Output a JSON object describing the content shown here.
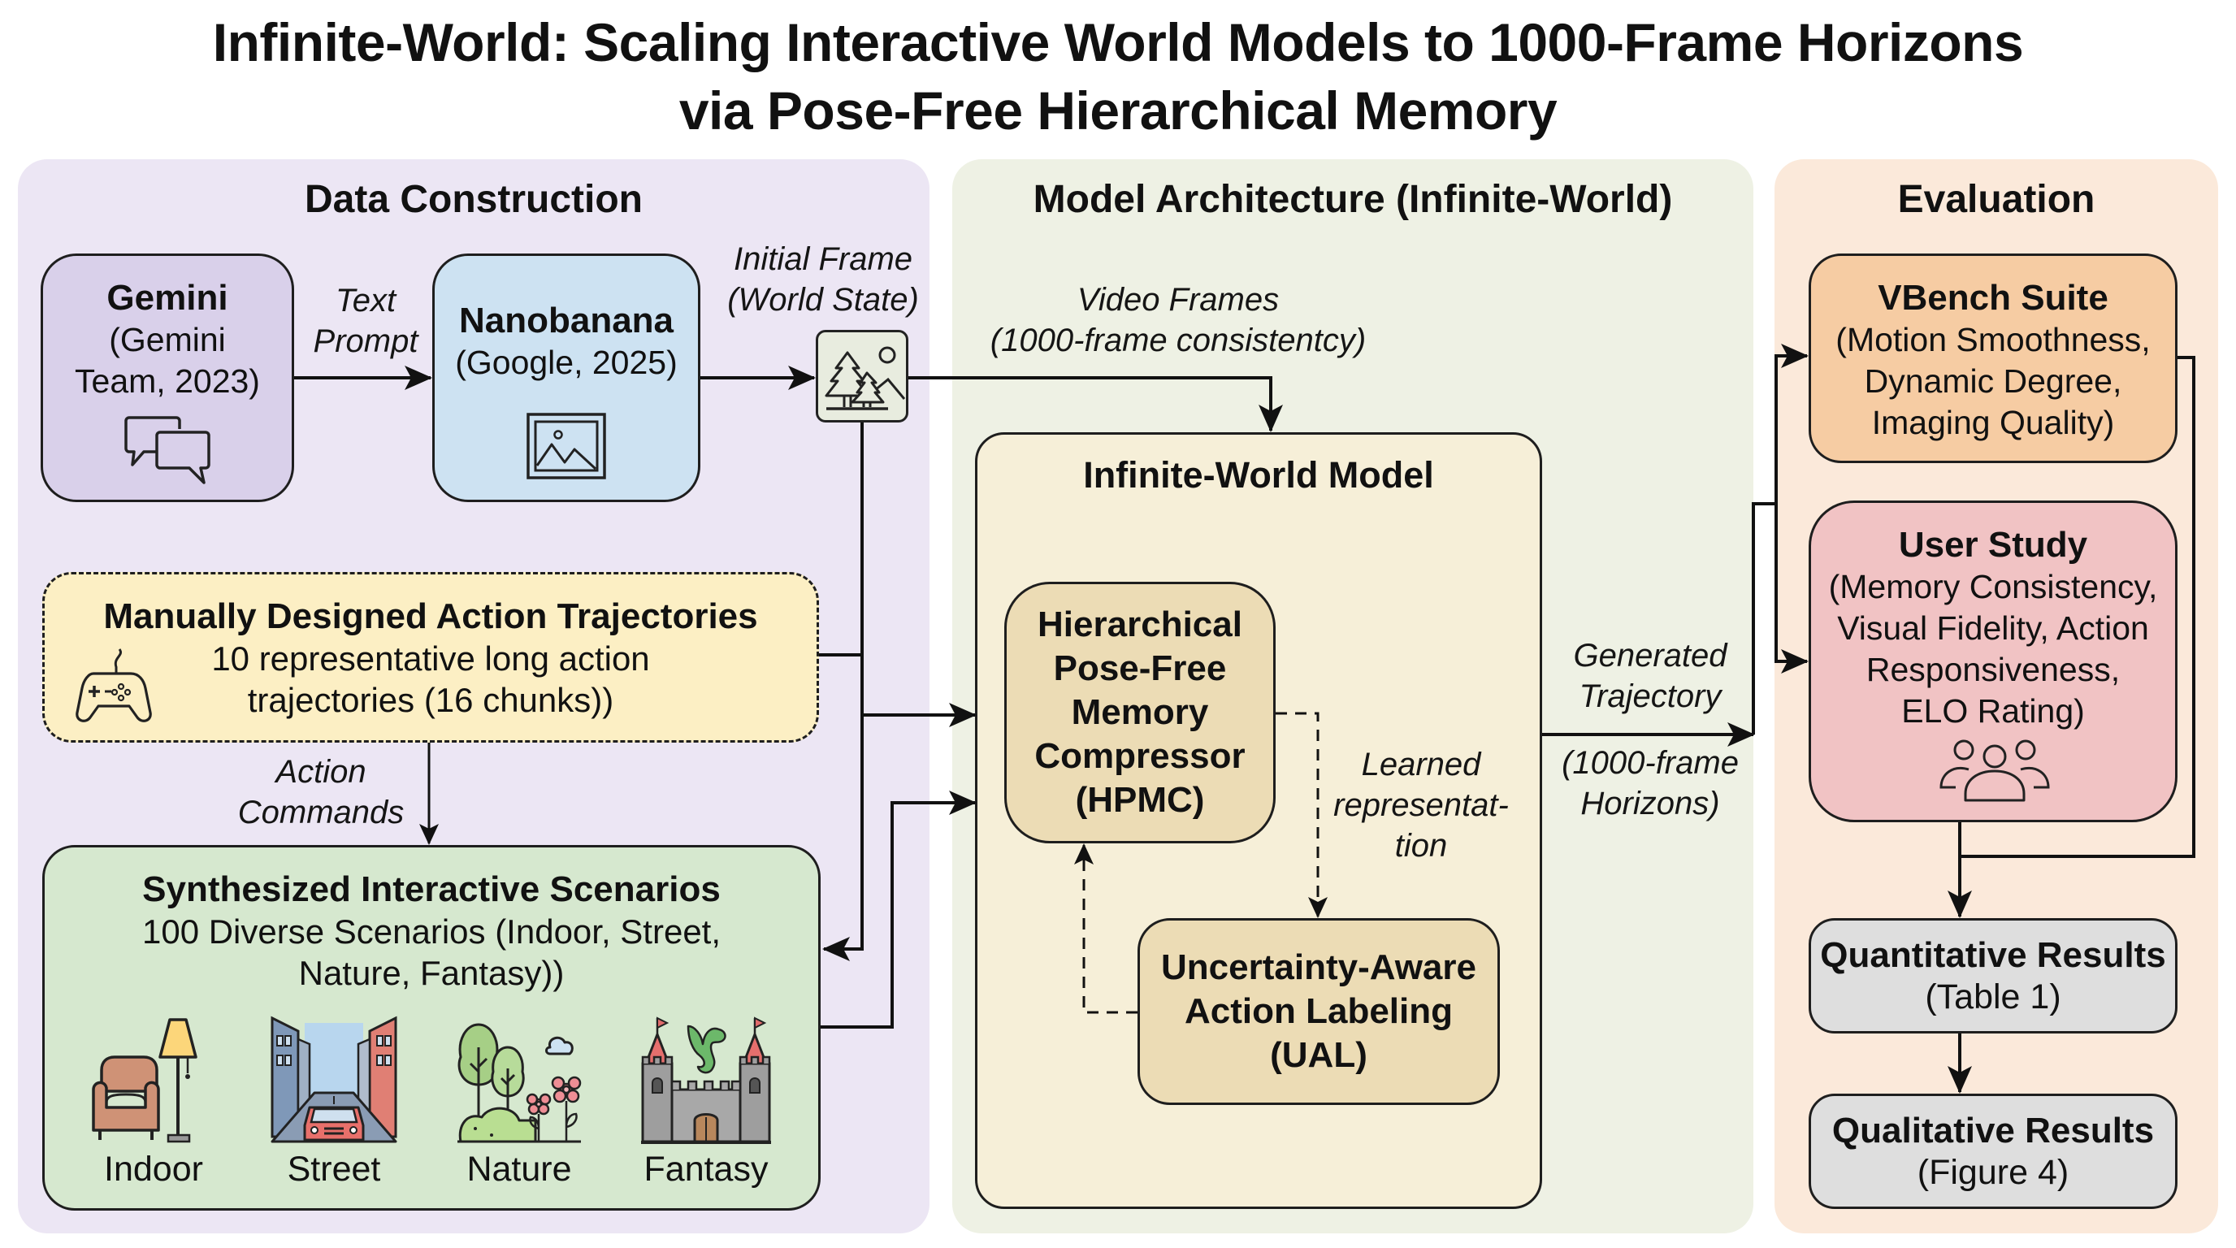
{
  "title": {
    "line1": "Infinite-World: Scaling Interactive World Models to 1000-Frame Horizons",
    "line2": "via Pose-Free Hierarchical Memory"
  },
  "colors": {
    "panel_data": "#ece6f4",
    "panel_model": "#eef1e4",
    "panel_eval": "#fbe9da",
    "gemini": "#d9d0ea",
    "nanobanana": "#cde2f2",
    "trajectories": "#fcefc4",
    "scenarios": "#d6e8cf",
    "model_inner": "#f6efd8",
    "module": "#ecdcb5",
    "vbench": "#f6cca3",
    "user_study": "#f1c3c4",
    "results": "#dedede"
  },
  "data_construction": {
    "title": "Data Construction",
    "gemini": {
      "name": "Gemini",
      "line1": "(Gemini",
      "line2": "Team, 2023)",
      "icon": "chat-bubbles-icon"
    },
    "text_prompt_label": {
      "line1": "Text",
      "line2": "Prompt"
    },
    "nanobanana": {
      "name": "Nanobanana",
      "cite": "(Google, 2025)",
      "icon": "image-icon"
    },
    "initial_frame_label": {
      "line1": "Initial Frame",
      "line2": "(World State)"
    },
    "initial_frame_icon": "landscape-frame-icon",
    "trajectories": {
      "title": "Manually Designed Action Trajectories",
      "line1": "10 representative long action",
      "line2": "trajectories (16 chunks))",
      "icon": "gamepad-icon"
    },
    "action_commands_label": {
      "line1": "Action",
      "line2": "Commands"
    },
    "scenarios": {
      "title": "Synthesized Interactive Scenarios",
      "line1": "100 Diverse Scenarios (Indoor, Street,",
      "line2": "Nature, Fantasy))",
      "items": [
        {
          "label": "Indoor",
          "icon": "armchair-lamp-icon"
        },
        {
          "label": "Street",
          "icon": "city-street-car-icon"
        },
        {
          "label": "Nature",
          "icon": "trees-flowers-icon"
        },
        {
          "label": "Fantasy",
          "icon": "castle-dragon-icon"
        }
      ]
    }
  },
  "model_architecture": {
    "title": "Model Architecture (Infinite-World)",
    "video_frames_label": {
      "line1": "Video Frames",
      "line2": "(1000-frame consistentcy)"
    },
    "model_title": "Infinite-World Model",
    "hpmc": {
      "lines": [
        "Hierarchical",
        "Pose-Free",
        "Memory",
        "Compressor",
        "(HPMC)"
      ]
    },
    "learned_label": {
      "line1": "Learned",
      "line2": "representat-",
      "line3": "tion"
    },
    "ual": {
      "lines": [
        "Uncertainty-Aware",
        "Action Labeling",
        "(UAL)"
      ]
    },
    "generated_label": {
      "line1": "Generated",
      "line2": "Trajectory",
      "line3": "(1000-frame",
      "line4": "Horizons)"
    }
  },
  "evaluation": {
    "title": "Evaluation",
    "vbench": {
      "name": "VBench Suite",
      "lines": [
        "(Motion Smoothness,",
        "Dynamic Degree,",
        "Imaging Quality)"
      ]
    },
    "user_study": {
      "name": "User Study",
      "lines": [
        "(Memory Consistency,",
        "Visual Fidelity, Action",
        "Responsiveness,",
        "ELO Rating)"
      ],
      "icon": "users-group-icon"
    },
    "quantitative": {
      "name": "Quantitative Results",
      "sub": "(Table 1)"
    },
    "qualitative": {
      "name": "Qualitative Results",
      "sub": "(Figure 4)"
    }
  }
}
